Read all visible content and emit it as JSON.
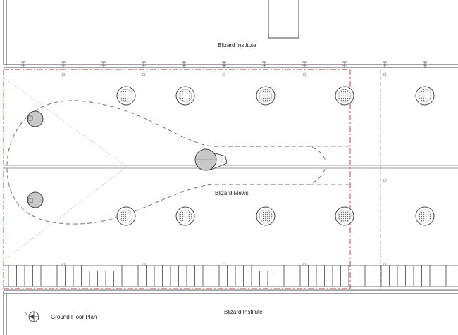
{
  "labels": {
    "building_top": "Blizard Institute",
    "mews": "Blizard Mews",
    "building_bottom": "Blizard Institute",
    "plan_title": "Ground Floor Plan",
    "north": "N"
  },
  "colors": {
    "line": "#444444",
    "dashed": "#777777",
    "red": "#c0392b",
    "tree_fill": "#dddddd",
    "lamp_fill": "#c8c8c8"
  },
  "tree_count_per_row": 5,
  "bollard_count": 11,
  "icons": [
    "tree-icon",
    "lamp-icon",
    "north-arrow-icon",
    "light-post-icon"
  ]
}
